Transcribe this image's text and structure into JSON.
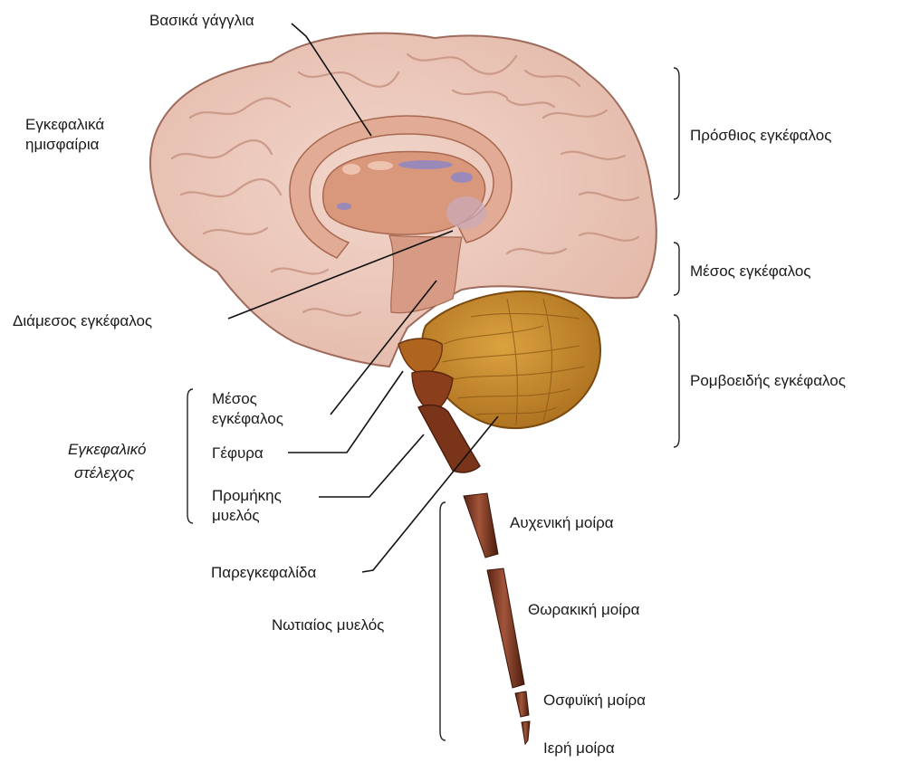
{
  "labels": {
    "basal_ganglia": "Βασικά γάγγλια",
    "hemispheres_1": "Εγκεφαλικά",
    "hemispheres_2": "ημισφαίρια",
    "diencephalon": "Διάμεσος εγκέφαλος",
    "midbrain_1": "Μέσος",
    "midbrain_2": "εγκέφαλος",
    "pons": "Γέφυρα",
    "medulla_1": "Προμήκης",
    "medulla_2": "μυελός",
    "cerebellum": "Παρεγκεφαλίδα",
    "spinal_cord": "Νωτιαίος μυελός",
    "brainstem_1": "Εγκεφαλικό",
    "brainstem_2": "στέλεχος",
    "forebrain": "Πρόσθιος εγκέφαλος",
    "midbrain_right": "Μέσος εγκέφαλος",
    "hindbrain": "Ρομβοειδής εγκέφαλος",
    "cervical": "Αυχενική μοίρα",
    "thoracic": "Θωρακική μοίρα",
    "lumbar": "Οσφυϊκή μοίρα",
    "sacral": "Ιερή μοίρα"
  },
  "colors": {
    "cortex": "#ecc9bd",
    "cortex_stroke": "#9e6a5c",
    "gyri": "#c99684",
    "basal_ganglia": "#d99a80",
    "cerebellum": "#c98a2c",
    "brainstem": "#7a3a1e",
    "spinal_cord": "#8a4028",
    "lines": "#111111"
  }
}
